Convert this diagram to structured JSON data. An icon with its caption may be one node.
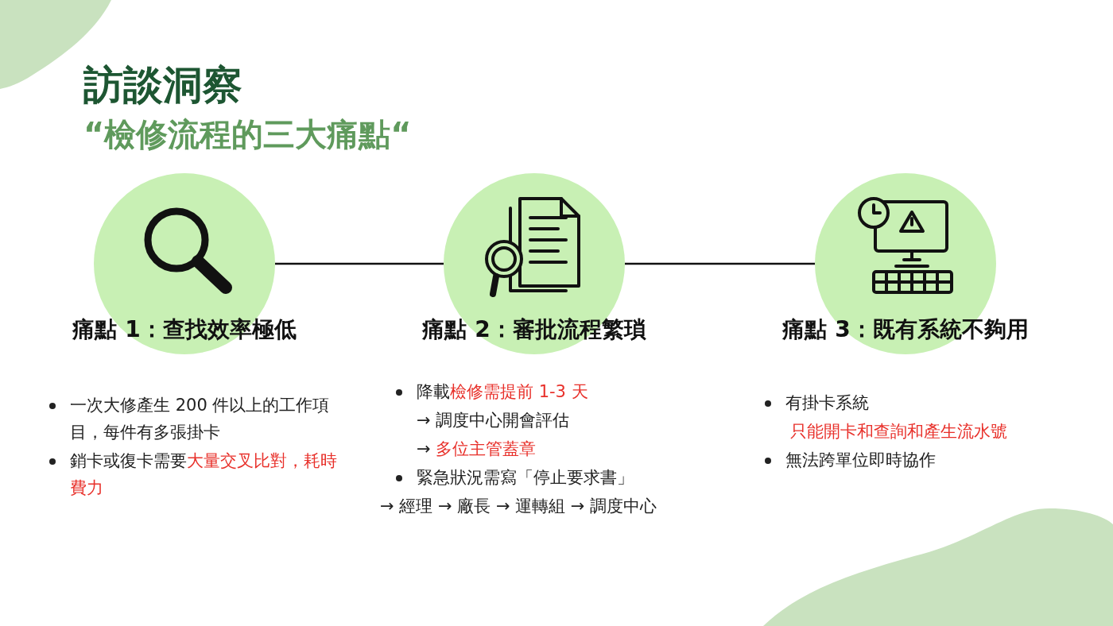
{
  "diagram": {
    "title": "訪談洞察",
    "nodes": [
      {
        "text": [
          "痛點 1：查找效率極低"
        ],
        "beside": [
          "一次大修產生 200 件以上的工作項目，每件有多張掛卡",
          "銷卡或復卡需要**大量交叉比對，耗時費力**"
        ]
      },
      {
        "text": [
          "痛點 2：審批流程繁瑣"
        ],
        "beside": [
          "降載**檢修需提前 1-3 天**",
          "→ 調度中心開會評估",
          "→ **多位主管蓋章**",
          "緊急狀況需寫「停止要求書」",
          "→ 經理 → 廠長 → 運轉組 → 調度中心"
        ]
      },
      {
        "text": [
          "痛點 3：既有系統不夠用"
        ],
        "beside": [
          "有掛卡系統",
          "只能開卡和查詢和產生流水號",
          "無法跨單位即時協作"
        ]
      }
    ],
    "edges": [
      {
        "from": 0,
        "to": 1,
        "arrow": "none"
      },
      {
        "from": 1,
        "to": 2,
        "arrow": "none"
      }
    ],
    "labels": [
      "“檢修流程的三大痛點“"
    ]
  }
}
